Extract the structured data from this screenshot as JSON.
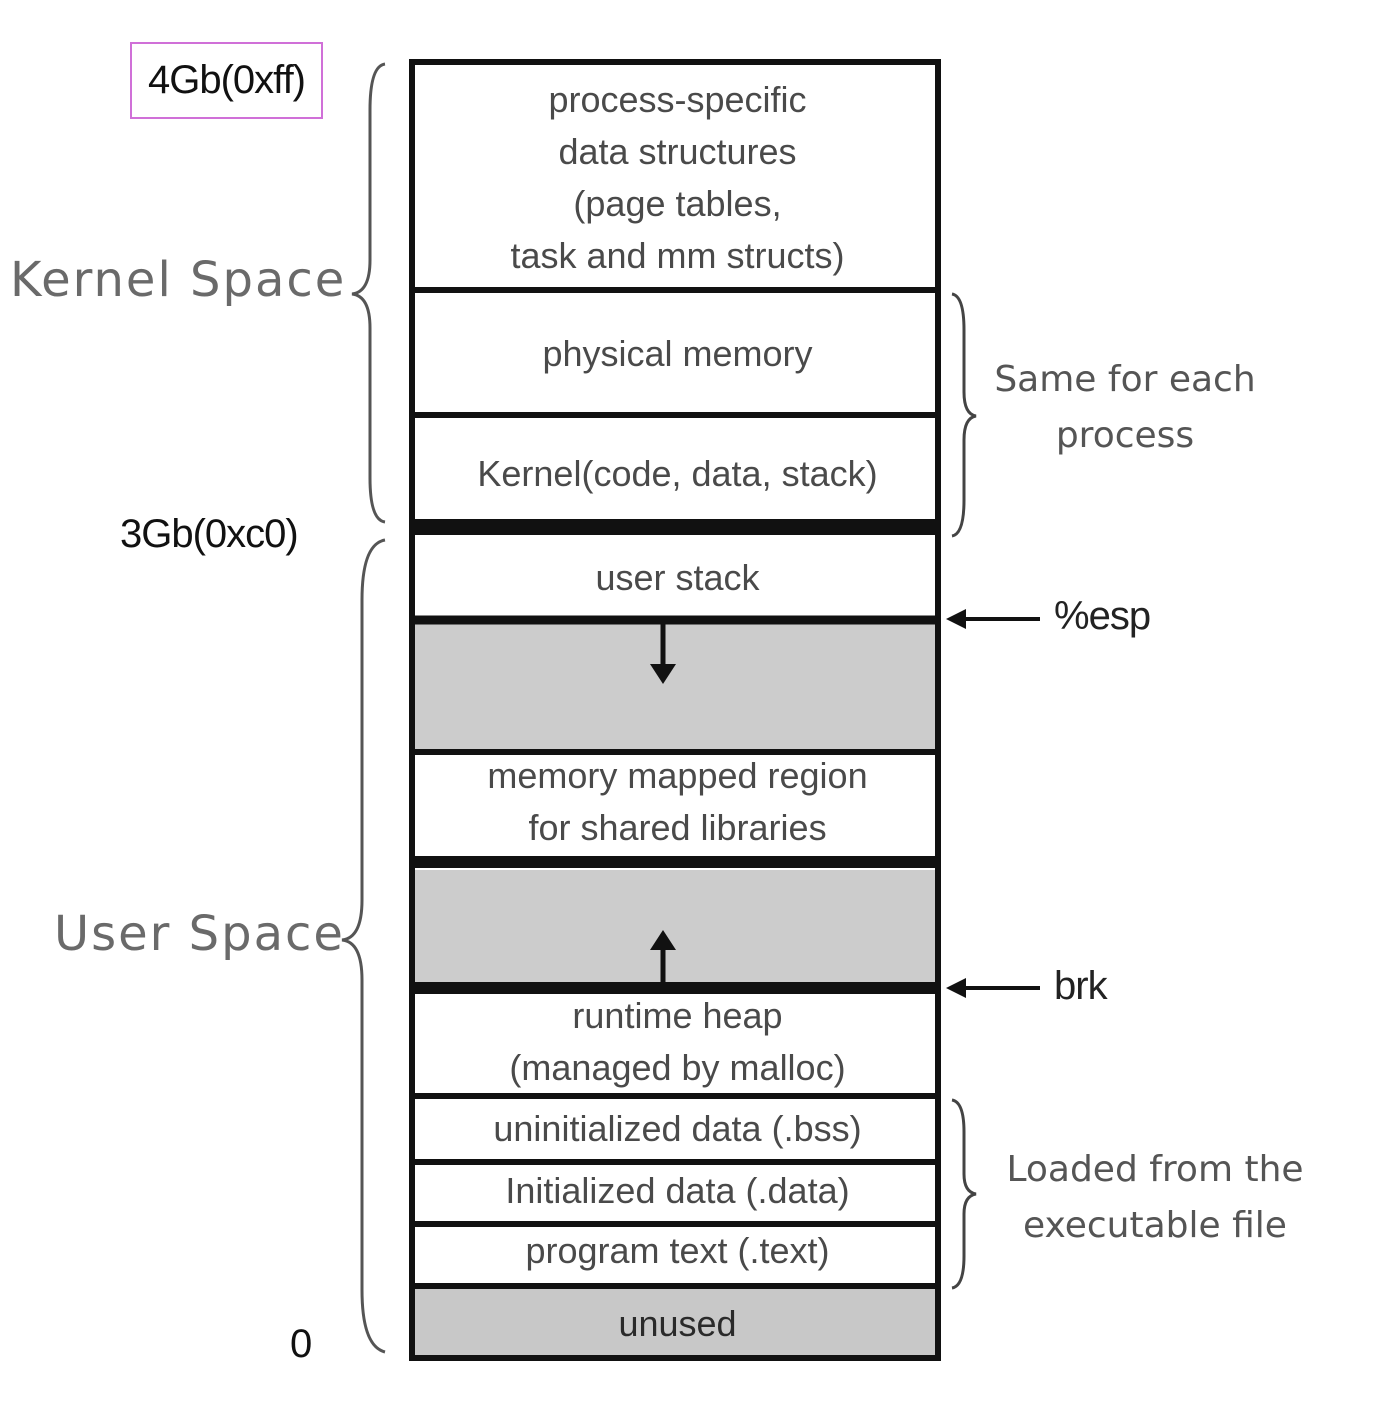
{
  "addresses": {
    "top": "4Gb(0xff)",
    "middle": "3Gb(0xc0)",
    "bottom": "0"
  },
  "regions": {
    "kernel": "Kernel Space",
    "user": "User Space"
  },
  "segments": {
    "process_specific": [
      "process-specific",
      "data structures",
      "(page tables,",
      "task and mm structs)"
    ],
    "physical_memory": "physical memory",
    "kernel": "Kernel(code, data, stack)",
    "user_stack": "user stack",
    "mmap": [
      "memory mapped region",
      "for shared libraries"
    ],
    "heap": [
      "runtime heap",
      "(managed by malloc)"
    ],
    "bss": "uninitialized data (.bss)",
    "data": "Initialized data (.data)",
    "text": "program text (.text)",
    "unused": "unused"
  },
  "annotations": {
    "same_for_each": [
      "Same for each",
      "process"
    ],
    "loaded_from": [
      "Loaded from the",
      "executable file"
    ]
  },
  "pointers": {
    "esp": "%esp",
    "brk": "brk"
  },
  "colors": {
    "border": "#111111",
    "free_fill": "#cccccc",
    "unused_fill": "#c8c8c8",
    "highlight": "#d070d8"
  }
}
